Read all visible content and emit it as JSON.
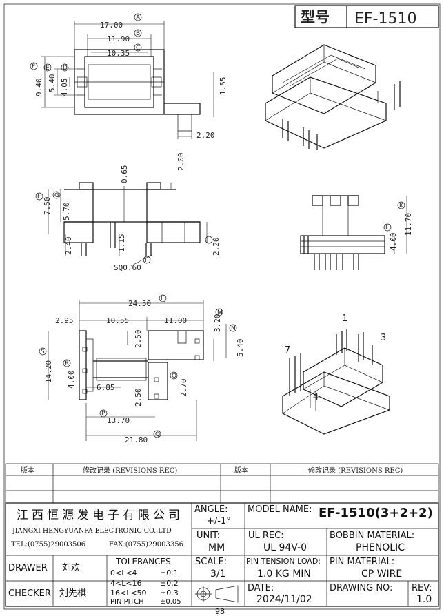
{
  "header": {
    "type_label": "型号",
    "model": "EF-1510"
  },
  "top_view": {
    "dims": [
      "17.00",
      "11.90",
      "10.35",
      "9.40",
      "5.40",
      "4.05",
      "1.55",
      "2.20"
    ],
    "callouts": [
      "A",
      "B",
      "C",
      "F",
      "E",
      "D"
    ]
  },
  "front_view": {
    "dims": [
      "0.65",
      "2.00",
      "7.50",
      "5.70",
      "2.40",
      "1.15",
      "SQ0.60",
      "2.20"
    ],
    "callouts": [
      "H",
      "G",
      "I",
      "J"
    ]
  },
  "side_view": {
    "dims": [
      "11.70",
      "4.00"
    ],
    "callouts": [
      "K",
      "L"
    ]
  },
  "bottom_view": {
    "dims": [
      "24.50",
      "2.95",
      "10.55",
      "11.00",
      "3.20",
      "5.40",
      "14.20",
      "4.00",
      "6.85",
      "2.50",
      "2.50",
      "2.70",
      "13.70",
      "21.80"
    ],
    "callouts": [
      "L",
      "M",
      "N",
      "S",
      "R",
      "O",
      "P",
      "Q"
    ]
  },
  "iso_pins": {
    "p1": "1",
    "p3": "3",
    "p4": "4",
    "p7": "7"
  },
  "revisions": {
    "col_version": "版本",
    "col_record": "修改记录 (REVISIONS REC)"
  },
  "company": {
    "cn": "江西恒源发电子有限公司",
    "en": "JIANGXI HENGYUANFA ELECTRONIC CO.,LTD",
    "tel": "TEL:(0755)29003506",
    "fax": "FAX:(0755)29003356"
  },
  "angle": {
    "label": "ANGLE:",
    "value": "+/-1°"
  },
  "model_name": {
    "label": "MODEL NAME:",
    "value": "EF-1510(3+2+2)"
  },
  "unit": {
    "label": "UNIT:",
    "value": "MM"
  },
  "ul_rec": {
    "label": "UL REC:",
    "value": "UL 94V-0"
  },
  "bobbin_material": {
    "label": "BOBBIN MATERIAL:",
    "value": "PHENOLIC"
  },
  "scale": {
    "label": "SCALE:",
    "value": "3/1"
  },
  "pin_tension": {
    "label": "PIN TENSION LOAD:",
    "value": "1.0 KG MIN"
  },
  "pin_material": {
    "label": "PIN MATERIAL:",
    "value": "CP WIRE"
  },
  "date": {
    "label": "DATE:",
    "value": "2024/11/02"
  },
  "drawing_no": {
    "label": "DRAWING NO:"
  },
  "rev": {
    "label": "REV:",
    "value": "1.0"
  },
  "drawer": {
    "label": "DRAWER",
    "name": "刘欢"
  },
  "checker": {
    "label": "CHECKER",
    "name": "刘先棋"
  },
  "tolerances": {
    "title": "TOLERANCES",
    "rows": [
      {
        "range": "0<L<4",
        "tol": "±0.1"
      },
      {
        "range": "4<L<16",
        "tol": "±0.2"
      },
      {
        "range": "16<L<50",
        "tol": "±0.3"
      },
      {
        "range": "PIN PITCH",
        "tol": "±0.05"
      }
    ]
  },
  "footer_number": "98"
}
